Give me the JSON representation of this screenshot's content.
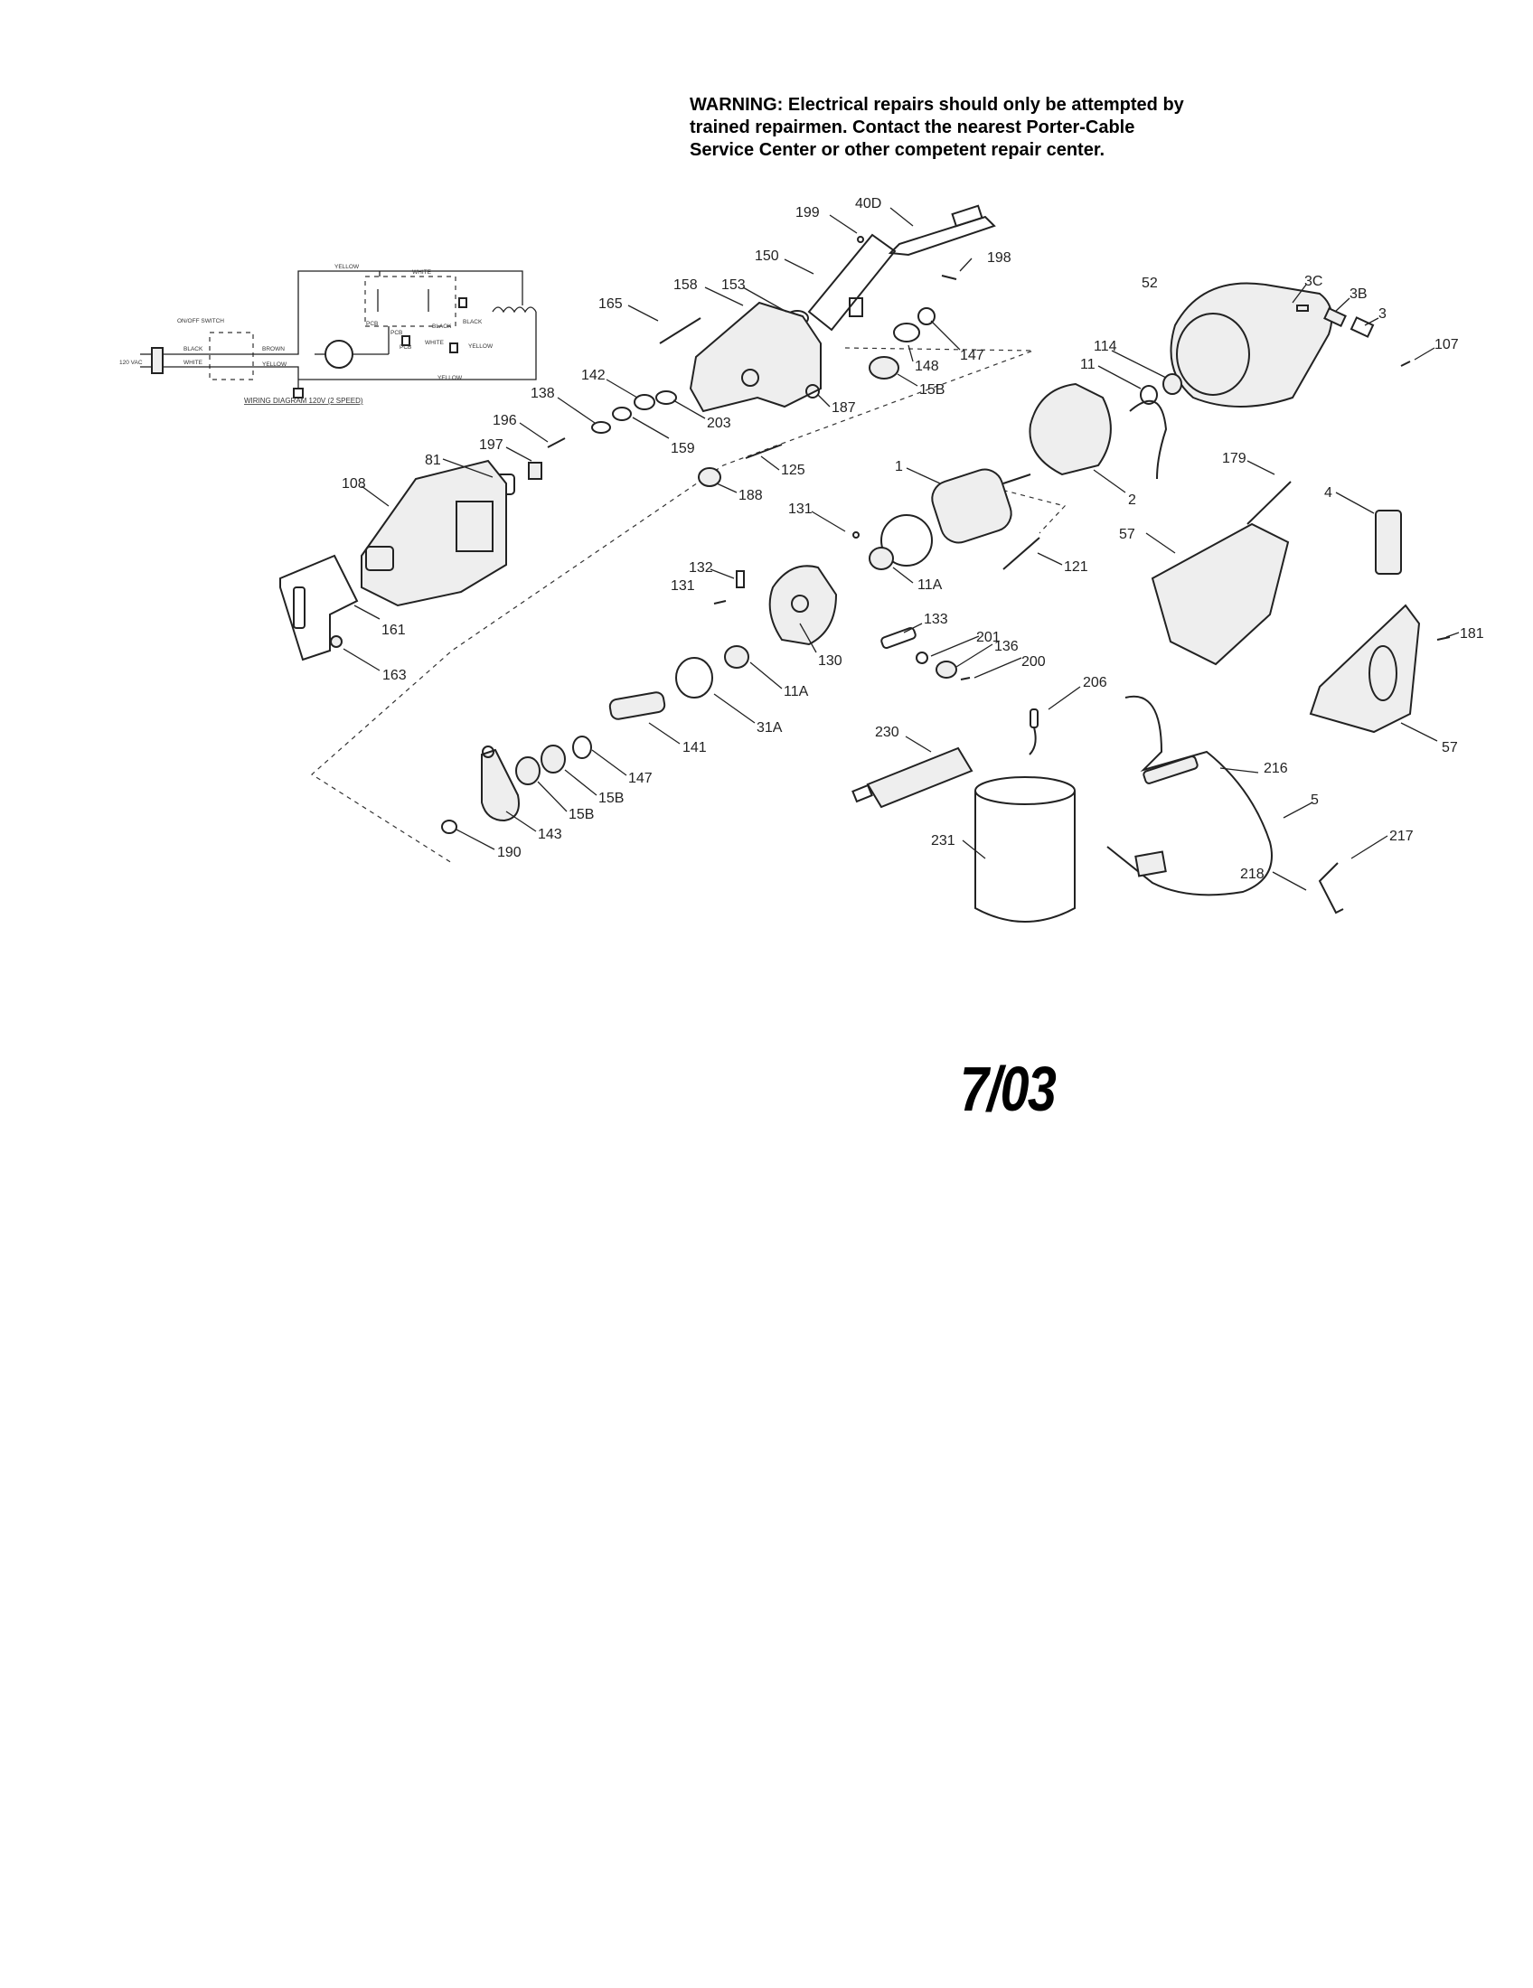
{
  "warning": {
    "line1": "WARNING:  Electrical repairs should only be attempted by",
    "line2": "trained repairmen.  Contact the nearest Porter-Cable",
    "line3": "Service Center or other competent repair center."
  },
  "date_stamp": "7/03",
  "wiring": {
    "voltage": "120 VAC",
    "switch_label": "ON/OFF SWITCH",
    "wires": [
      "YELLOW",
      "WHITE",
      "BLACK",
      "WHITE",
      "BROWN",
      "YELLOW",
      "BLACK",
      "BLACK",
      "WHITE",
      "YELLOW",
      "YELLOW"
    ],
    "pcb_labels": [
      "PCB",
      "PCB",
      "PCB"
    ],
    "title": "WIRING DIAGRAM 120V (2 SPEED)"
  },
  "callouts": [
    "199",
    "40D",
    "150",
    "198",
    "165",
    "158",
    "153",
    "52",
    "147",
    "148",
    "15B",
    "187",
    "114",
    "11",
    "3C",
    "3B",
    "3",
    "107",
    "142",
    "203",
    "138",
    "159",
    "196",
    "197",
    "81",
    "125",
    "108",
    "188",
    "1",
    "2",
    "179",
    "4",
    "131",
    "121",
    "57",
    "132",
    "131",
    "11A",
    "161",
    "163",
    "130",
    "133",
    "201",
    "136",
    "200",
    "181",
    "11A",
    "31A",
    "206",
    "141",
    "230",
    "216",
    "147",
    "15B",
    "15B",
    "143",
    "190",
    "5",
    "217",
    "231",
    "218",
    "57"
  ]
}
